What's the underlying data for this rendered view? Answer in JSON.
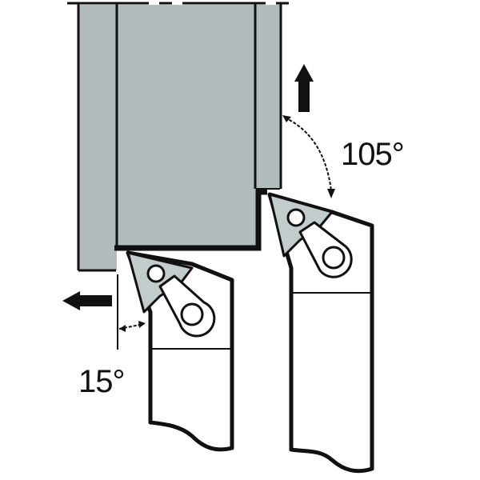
{
  "diagram": {
    "type": "technical-illustration",
    "subject": "turning tool holders with triangular inserts",
    "colors": {
      "workpiece": "#b3bcbd",
      "insert": "#c3cccd",
      "outline": "#111111",
      "holder": "#ffffff"
    },
    "labels": {
      "angle_right": "105°",
      "angle_left": "15°"
    },
    "arrows": [
      {
        "name": "feed-up-arrow",
        "direction": "up"
      },
      {
        "name": "feed-left-arrow",
        "direction": "left"
      }
    ],
    "tools": [
      {
        "name": "left-tool-holder",
        "insert": "triangular",
        "angle": "15°"
      },
      {
        "name": "right-tool-holder",
        "insert": "triangular",
        "angle": "105°"
      }
    ]
  }
}
